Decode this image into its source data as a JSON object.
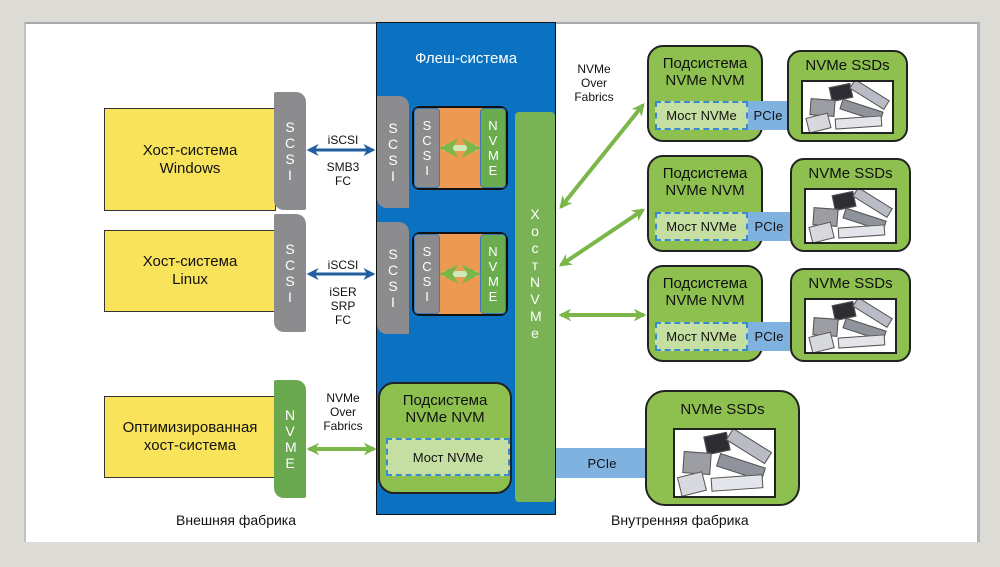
{
  "diagram": {
    "flash_system": {
      "title": "Флеш-система"
    },
    "hosts": [
      {
        "label": "Хост-система\nWindows",
        "interface": "SCSI",
        "protocols_above": "iSCSI",
        "protocols_below": "SMB3\nFC"
      },
      {
        "label": "Хост-система\nLinux",
        "interface": "SCSI",
        "protocols_above": "iSCSI",
        "protocols_below": "iSER\nSRP\nFC"
      },
      {
        "label": "Оптимизированная\nхост-система",
        "interface": "NVME",
        "protocols_above": "NVMe\nOver\nFabrics"
      }
    ],
    "flash_internal": {
      "target_scsi": "SCSI",
      "inner_scsi": "SCSI",
      "inner_nvme": "NVME",
      "host_nvme_column": "Хост NVMe",
      "subsystem": {
        "title": "Подсистема\nNVMe NVM",
        "bridge": "Мост NVMe"
      }
    },
    "fabric_label": "NVMe\nOver\nFabrics",
    "remote_subsystems": [
      {
        "title": "Подсистема\nNVMe NVM",
        "bridge": "Мост NVMe",
        "link": "PCIe",
        "ssd_title": "NVMe SSDs"
      },
      {
        "title": "Подсистема\nNVMe NVM",
        "bridge": "Мост NVMe",
        "link": "PCIe",
        "ssd_title": "NVMe SSDs"
      },
      {
        "title": "Подсистема\nNVMe NVM",
        "bridge": "Мост NVMe",
        "link": "PCIe",
        "ssd_title": "NVMe SSDs"
      }
    ],
    "direct_ssd": {
      "link": "PCIe",
      "ssd_title": "NVMe SSDs"
    },
    "captions": {
      "external": "Внешняя фабрика",
      "internal": "Внутренняя фабрика"
    },
    "colors": {
      "host_yellow": "#f8e35a",
      "flash_blue": "#0a72c0",
      "nvme_green": "#8dc04f",
      "scsi_gray": "#8c8c8f",
      "orange": "#ec9a52",
      "pcie_blue": "#80b2e0",
      "scsi_arrow": "#1f5fa0",
      "nvme_arrow": "#7ab648"
    }
  }
}
